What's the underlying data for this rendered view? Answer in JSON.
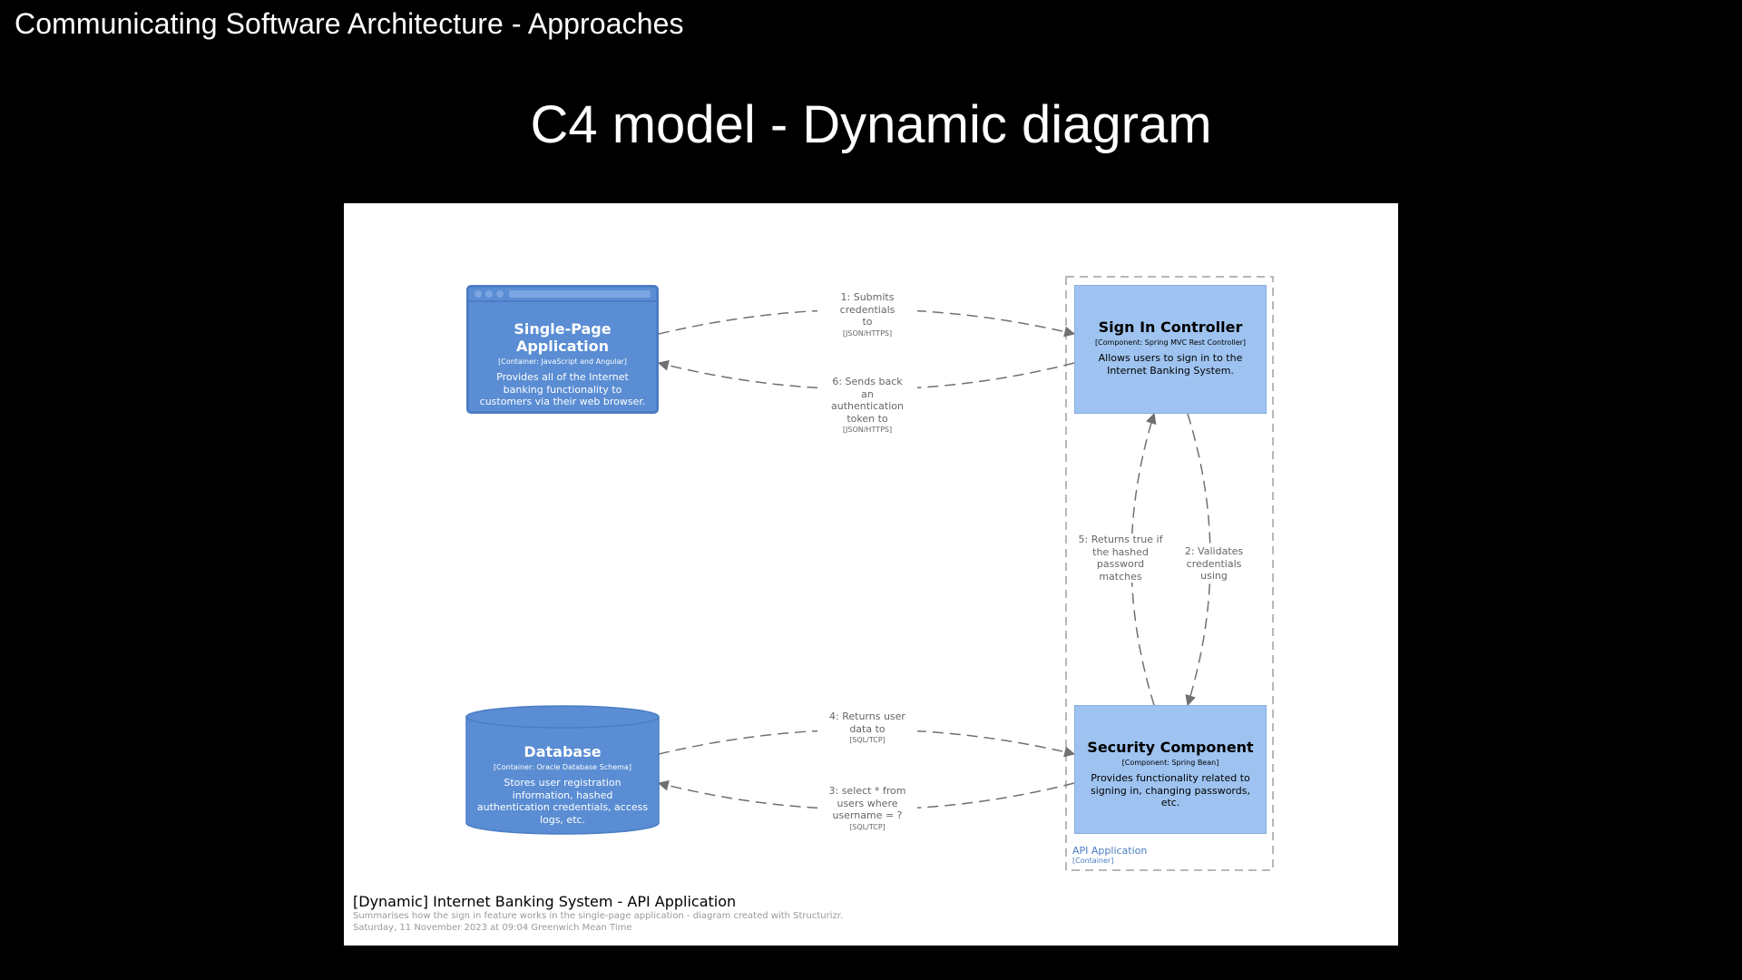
{
  "slide": {
    "header": "Communicating Software Architecture - Approaches",
    "title": "C4 model - Dynamic diagram"
  },
  "diagram": {
    "nodes": {
      "spa": {
        "title": "Single-Page Application",
        "type": "[Container: JavaScript and Angular]",
        "description": "Provides all of the Internet banking functionality to customers via their web browser."
      },
      "signin": {
        "title": "Sign In Controller",
        "type": "[Component: Spring MVC Rest Controller]",
        "description": "Allows users to sign in to the Internet Banking System."
      },
      "security": {
        "title": "Security Component",
        "type": "[Component: Spring Bean]",
        "description": "Provides functionality related to signing in, changing passwords, etc."
      },
      "database": {
        "title": "Database",
        "type": "[Container: Oracle Database Schema]",
        "description": "Stores user registration information, hashed authentication credentials, access logs, etc."
      }
    },
    "relationships": {
      "r1": {
        "label": "1: Submits credentials to",
        "tech": "[JSON/HTTPS]"
      },
      "r2": {
        "label": "2: Validates credentials using",
        "tech": ""
      },
      "r3": {
        "label": "3: select * from users where username = ?",
        "tech": "[SQL/TCP]"
      },
      "r4": {
        "label": "4: Returns user data to",
        "tech": "[SQL/TCP]"
      },
      "r5": {
        "label": "5: Returns true if the hashed password matches",
        "tech": ""
      },
      "r6": {
        "label": "6: Sends back an authentication token to",
        "tech": "[JSON/HTTPS]"
      }
    },
    "boundary": {
      "name": "API Application",
      "type": "[Container]"
    },
    "footer": {
      "title": "[Dynamic] Internet Banking System - API Application",
      "description": "Summarises how the sign in feature works in the single-page application - diagram created with Structurizr.",
      "date": "Saturday, 11 November 2023 at 09:04 Greenwich Mean Time"
    }
  },
  "colors": {
    "container": "#5a8dd3",
    "component": "#9ec3f0",
    "background": "#000000",
    "canvas": "#ffffff",
    "arrow": "#707070"
  }
}
